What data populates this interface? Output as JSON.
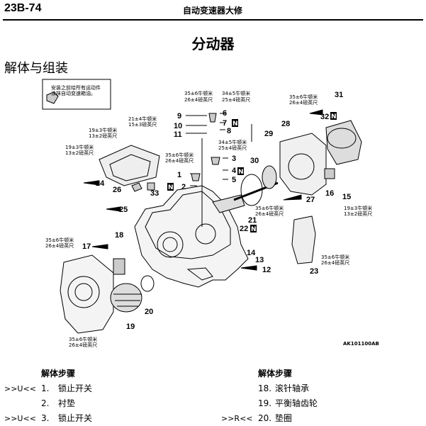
{
  "header": {
    "page_code": "23B-74",
    "running_title": "自动变速器大修"
  },
  "title": "分动器",
  "section": "解体与组装",
  "note": [
    "安装之前给所有运动件",
    "涂抹自动变速箱油。"
  ],
  "torque_labels": [
    {
      "id": "t9",
      "l1": "35±6牛顿米",
      "l2": "26±4磅英尺"
    },
    {
      "id": "t6",
      "l1": "34±5牛顿米",
      "l2": "25±4磅英尺"
    },
    {
      "id": "t10",
      "l1": "21±4牛顿米",
      "l2": "15±3磅英尺"
    },
    {
      "id": "t24a",
      "l1": "19±3牛顿米",
      "l2": "13±2磅英尺"
    },
    {
      "id": "t24b",
      "l1": "19±3牛顿米",
      "l2": "13±2磅英尺"
    },
    {
      "id": "t1",
      "l1": "35±6牛顿米",
      "l2": "26±4磅英尺"
    },
    {
      "id": "t3",
      "l1": "34±5牛顿米",
      "l2": "25±4磅英尺"
    },
    {
      "id": "t21",
      "l1": "35±6牛顿米",
      "l2": "26±4磅英尺"
    },
    {
      "id": "t32",
      "l1": "35±6牛顿米",
      "l2": "26±4磅英尺"
    },
    {
      "id": "t15",
      "l1": "19±3牛顿米",
      "l2": "13±2磅英尺"
    },
    {
      "id": "t23",
      "l1": "35±6牛顿米",
      "l2": "26±4磅英尺"
    },
    {
      "id": "t17",
      "l1": "35±6牛顿米",
      "l2": "26±4磅英尺"
    },
    {
      "id": "t19",
      "l1": "35±6牛顿米",
      "l2": "26±4磅英尺"
    }
  ],
  "callouts": [
    "1",
    "2",
    "3",
    "4",
    "5",
    "6",
    "7",
    "8",
    "9",
    "10",
    "11",
    "12",
    "13",
    "14",
    "15",
    "16",
    "17",
    "18",
    "19",
    "20",
    "21",
    "22",
    "23",
    "24",
    "25",
    "26",
    "27",
    "28",
    "29",
    "30",
    "31",
    "32",
    "33"
  ],
  "new_marker": "N",
  "figure_code": "AK101100AB",
  "steps_left": {
    "heading": "解体步骤",
    "items": [
      {
        "tag": ">>U<<",
        "num": "1.",
        "text": "锁止开关"
      },
      {
        "tag": "",
        "num": "2.",
        "text": "衬垫"
      },
      {
        "tag": ">>U<<",
        "num": "3.",
        "text": "锁止开关"
      }
    ]
  },
  "steps_right": {
    "heading": "解体步骤",
    "items": [
      {
        "tag": "",
        "num": "18.",
        "text": "滚针轴承"
      },
      {
        "tag": "",
        "num": "19.",
        "text": "平衡轴齿轮"
      },
      {
        "tag": ">>R<<",
        "num": "20.",
        "text": "垫圈"
      }
    ]
  }
}
